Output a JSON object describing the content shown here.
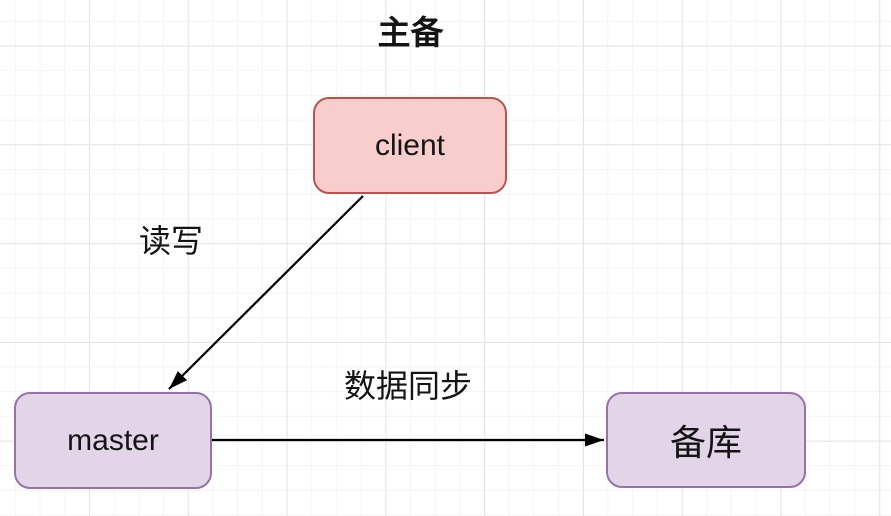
{
  "diagram": {
    "title": "主备",
    "nodes": {
      "client": {
        "label": "client"
      },
      "master": {
        "label": "master"
      },
      "backup": {
        "label": "备库"
      }
    },
    "edges": {
      "client_to_master": {
        "label": "读写",
        "from": "client",
        "to": "master"
      },
      "master_to_backup": {
        "label": "数据同步",
        "from": "master",
        "to": "backup"
      }
    },
    "colors": {
      "client_fill": "#f8cecc",
      "client_stroke": "#b85450",
      "db_fill": "#e1d5e7",
      "db_stroke": "#9673a6",
      "arrow": "#000000",
      "text": "#141414",
      "grid_minor": "#f4f4f4",
      "grid_major": "#e4e4e4",
      "canvas_bg": "#ffffff"
    }
  }
}
